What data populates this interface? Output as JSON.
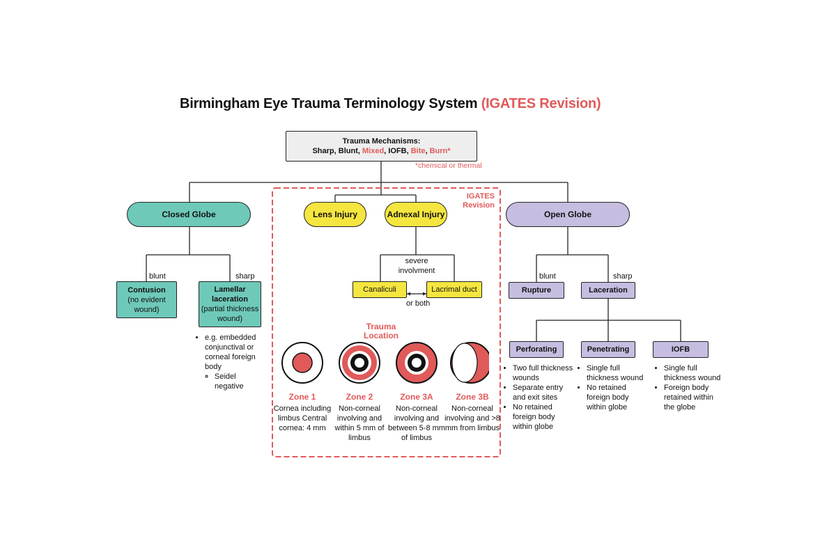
{
  "title": {
    "main": "Birmingham Eye Trauma Terminology System",
    "highlight": "(IGATES Revision)"
  },
  "root": {
    "label": "Trauma Mechanisms:",
    "mechanisms": [
      "Sharp",
      "Blunt",
      "Mixed",
      "IOFB",
      "Bite",
      "Burn*"
    ],
    "highlighted": [
      "Mixed",
      "Bite",
      "Burn*"
    ],
    "footnote": "*chemical or thermal"
  },
  "igates_label": "IGATES Revision",
  "closed_globe": {
    "label": "Closed Globe",
    "blunt_label": "blunt",
    "sharp_label": "sharp",
    "contusion": {
      "title": "Contusion",
      "desc": "(no evident wound)"
    },
    "lamellar": {
      "title": "Lamellar laceration",
      "desc": "(partial thickness wound)"
    },
    "lamellar_notes": [
      "e.g. embedded conjunctival or corneal foreign body"
    ],
    "lamellar_subnote": "Seidel negative"
  },
  "lens_injury": {
    "label": "Lens Injury"
  },
  "adnexal_injury": {
    "label": "Adnexal Injury",
    "branch_label": "severe involvment",
    "canaliculi": "Canaliculi",
    "lacrimal": "Lacrimal duct",
    "or_both": "or both"
  },
  "trauma_location": {
    "heading": "Trauma Location",
    "zones": [
      {
        "name": "Zone 1",
        "desc": "Cornea including limbus Central cornea: 4 mm"
      },
      {
        "name": "Zone 2",
        "desc": "Non-corneal involving and within 5 mm of limbus"
      },
      {
        "name": "Zone 3A",
        "desc": "Non-corneal involving and between 5-8 mm of limbus"
      },
      {
        "name": "Zone 3B",
        "desc": "Non-corneal involving and >8 mm from limbus"
      }
    ]
  },
  "open_globe": {
    "label": "Open Globe",
    "blunt_label": "blunt",
    "sharp_label": "sharp",
    "rupture": "Rupture",
    "laceration": "Laceration",
    "perforating": {
      "label": "Perforating",
      "notes": [
        "Two full thickness wounds",
        "Separate entry and exit sites",
        "No retained foreign body within globe"
      ]
    },
    "penetrating": {
      "label": "Penetrating",
      "notes": [
        "Single full thickness wound",
        "No retained foreign body within globe"
      ]
    },
    "iofb": {
      "label": "IOFB",
      "notes": [
        "Single full thickness wound",
        "Foreign body retained within the globe"
      ]
    }
  },
  "colors": {
    "accent_red": "#e05a5a",
    "closed_teal": "#6ec9b9",
    "igates_yellow": "#f5e63f",
    "open_purple": "#c6bde0"
  }
}
